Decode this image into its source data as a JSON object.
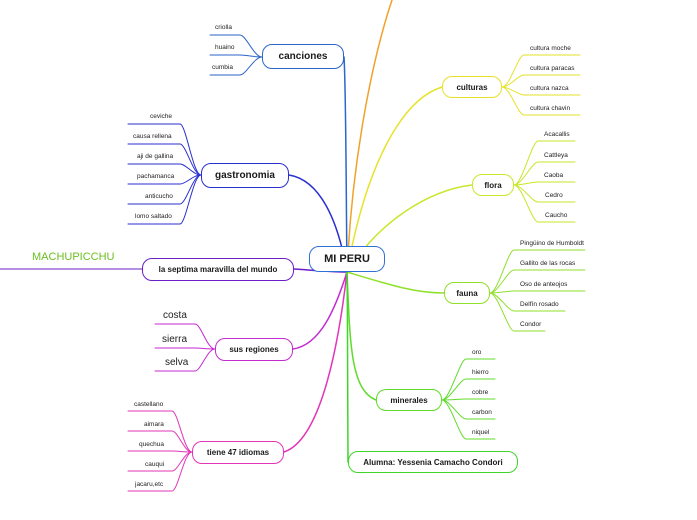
{
  "center": {
    "label": "MI PERU",
    "color": "#2f6fd6"
  },
  "branches": {
    "canciones": {
      "label": "canciones",
      "color": "#2b66cc",
      "items": [
        "criolla",
        "huaino",
        "cumbia"
      ]
    },
    "gastronomia": {
      "label": "gastronomia",
      "color": "#2a2fd1",
      "items": [
        "ceviche",
        "causa rellena",
        "aji de gallina",
        "pachamanca",
        "anticucho",
        "lomo saltado"
      ]
    },
    "maravilla": {
      "label": "la septima maravilla del mundo",
      "color": "#6a1fc9",
      "items": [
        "MACHUPICCHU"
      ]
    },
    "regiones": {
      "label": "sus regiones",
      "color": "#c42bd1",
      "items": [
        "costa",
        "sierra",
        "selva"
      ]
    },
    "idiomas": {
      "label": "tiene 47 idiomas",
      "color": "#e236b8",
      "items": [
        "castellano",
        "aimara",
        "quechua",
        "cauqui",
        "jacaru,etc"
      ]
    },
    "culturas": {
      "label": "culturas",
      "color": "#e6e22a",
      "items": [
        "cultura moche",
        "cultura paracas",
        "cultura nazca",
        "cultura chavin"
      ]
    },
    "flora": {
      "label": "flora",
      "color": "#c9e62a",
      "items": [
        "Acacallis",
        "Cattleya",
        "Caoba",
        "Cedro",
        "Caucho"
      ]
    },
    "fauna": {
      "label": "fauna",
      "color": "#8fe02a",
      "items": [
        "Pingüino de Humboldt",
        "Gallito de las rocas",
        "Oso de anteojos",
        "Delfín rosado",
        "Condor"
      ]
    },
    "minerales": {
      "label": "minerales",
      "color": "#5fdc2a",
      "items": [
        "oro",
        "hierro",
        "cobre",
        "carbon",
        "niquel"
      ]
    },
    "alumna": {
      "label": "Alumna: Yessenia Camacho Condori",
      "color": "#3fd62a"
    }
  },
  "top_line_color": "#f2a12a"
}
